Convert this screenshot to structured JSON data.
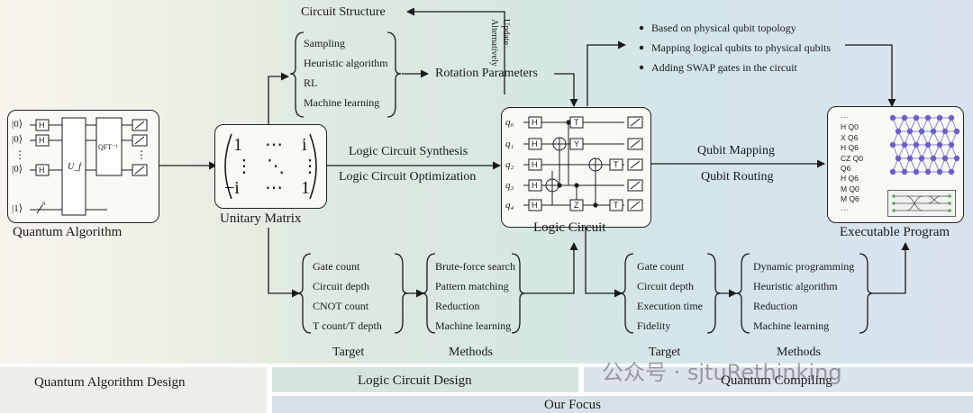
{
  "colors": {
    "accent_node": "#6a5fc8",
    "band_left": "#efefea",
    "band_mid": "#d6e4e0",
    "band_right": "#dce3ec"
  },
  "top": {
    "circuit_structure": "Circuit Structure",
    "update": "Update",
    "alternatively": "Alternatively",
    "rotation_parameters": "Rotation Parameters",
    "synthesis_methods": [
      "Sampling",
      "Heuristic algorithm",
      "RL",
      "Machine learning"
    ]
  },
  "mapping_notes": [
    "Based on physical qubit topology",
    "Mapping logical qubits to physical qubits",
    "Adding SWAP gates in the circuit"
  ],
  "algorithm": {
    "label": "Quantum Algorithm",
    "kets": [
      "|0⟩",
      "|0⟩",
      "⋮",
      "|0⟩",
      "|1⟩"
    ],
    "gate_h": "H",
    "uf": "U_f",
    "qft": "QFT⁻¹",
    "dots": "⋮",
    "n": "n"
  },
  "matrix": {
    "label": "Unitary Matrix",
    "cells": [
      "1",
      "⋯",
      "i",
      "⋮",
      "⋱",
      "⋮",
      "−i",
      "⋯",
      "1"
    ]
  },
  "arrows": {
    "synthesis": "Logic Circuit Synthesis",
    "optimization": "Logic Circuit Optimization",
    "mapping": "Qubit Mapping",
    "routing": "Qubit Routing"
  },
  "logic_circuit": {
    "label": "Logic Circuit",
    "qubits": [
      "q₀",
      "q₁",
      "q₂",
      "q₃",
      "q₄"
    ],
    "gates": {
      "h": "H",
      "t": "T",
      "y": "Y",
      "z": "Z"
    }
  },
  "executable": {
    "label": "Executable Program",
    "code": [
      "···",
      "H Q0",
      "X Q6",
      "H Q6",
      "CZ Q0",
      "Q6",
      "H Q6",
      "M Q0",
      "M Q6",
      "···"
    ]
  },
  "left_bottom": {
    "targets": [
      "Gate count",
      "Circuit depth",
      "CNOT count",
      "T count/T depth"
    ],
    "target_label": "Target",
    "methods": [
      "Brute-force search",
      "Pattern matching",
      "Reduction",
      "Machine learning"
    ],
    "methods_label": "Methods"
  },
  "right_bottom": {
    "targets": [
      "Gate count",
      "Circuit depth",
      "Execution time",
      "Fidelity"
    ],
    "target_label": "Target",
    "methods": [
      "Dynamic programming",
      "Heuristic algorithm",
      "Reduction",
      "Machine learning"
    ],
    "methods_label": "Methods"
  },
  "bands": {
    "algorithm_design": "Quantum Algorithm Design",
    "logic_design": "Logic Circuit Design",
    "compiling": "Quantum Compiling",
    "focus": "Our Focus"
  },
  "watermark": "公众号 · sjtuRethinking"
}
